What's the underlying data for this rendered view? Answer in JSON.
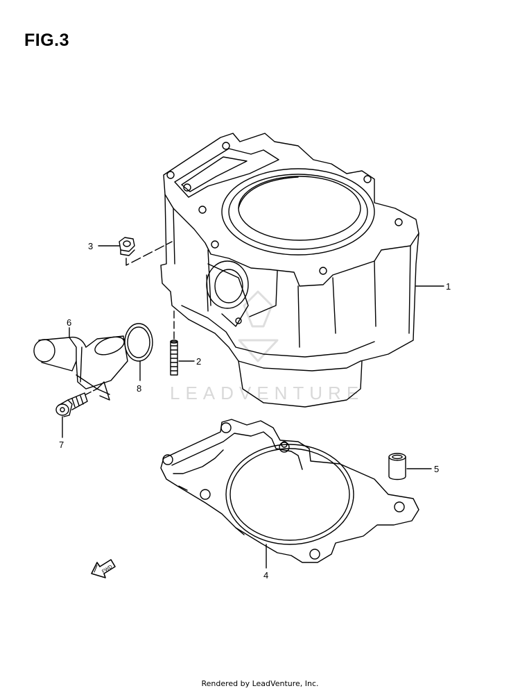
{
  "figure": {
    "title": "FIG.3"
  },
  "callouts": [
    {
      "id": "1",
      "label": "1"
    },
    {
      "id": "2",
      "label": "2"
    },
    {
      "id": "3",
      "label": "3"
    },
    {
      "id": "4",
      "label": "4"
    },
    {
      "id": "5",
      "label": "5"
    },
    {
      "id": "6",
      "label": "6"
    },
    {
      "id": "7",
      "label": "7"
    },
    {
      "id": "8",
      "label": "8"
    }
  ],
  "direction_marker": {
    "label": "FWD"
  },
  "watermark": {
    "text": "LEADVENTURE"
  },
  "footer": {
    "text": "Rendered by LeadVenture, Inc."
  }
}
